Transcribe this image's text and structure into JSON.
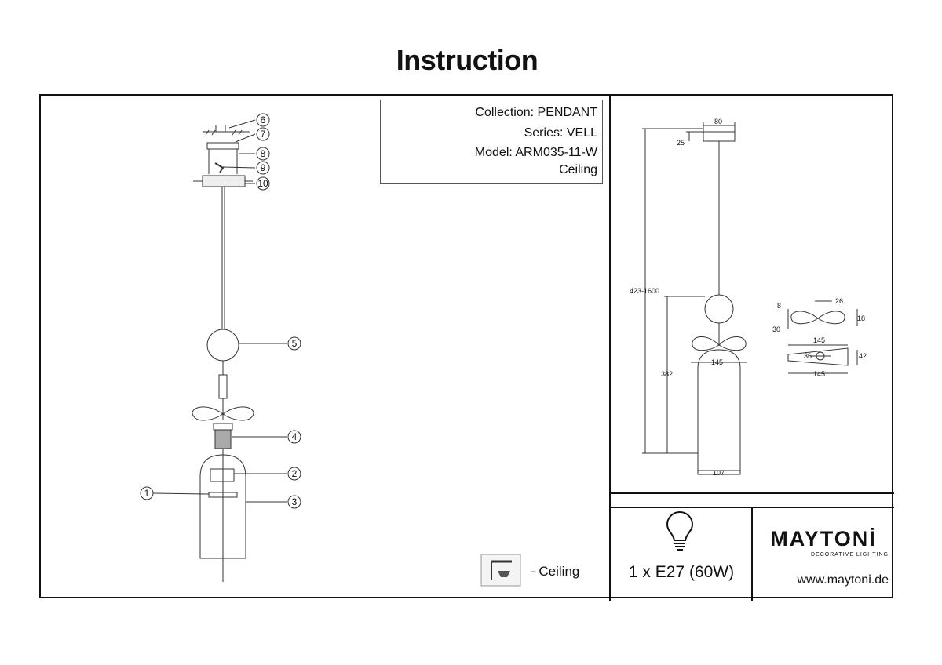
{
  "page": {
    "title": "Instruction"
  },
  "info": {
    "collection": "Collection: PENDANT",
    "series": "Series: VELL",
    "model": "Model: ARM035-11-W",
    "mount": "Ceiling"
  },
  "parts": [
    "1",
    "2",
    "3",
    "4",
    "5",
    "6",
    "7",
    "8",
    "9",
    "10"
  ],
  "dimensions": {
    "canopy_width": "80",
    "canopy_height": "25",
    "total_height": "423-1600",
    "body_height": "382",
    "shade_width": "107",
    "bow_width": "145",
    "detail_8": "8",
    "detail_26": "26",
    "detail_30": "30",
    "detail_18": "18",
    "detail_145_top": "145",
    "detail_36": "36",
    "detail_42": "42",
    "detail_145_bottom": "145"
  },
  "legend": {
    "mount_label": "- Ceiling"
  },
  "bulb": {
    "icon": "lightbulb-icon",
    "spec": "1 x E27 (60W)"
  },
  "brand": {
    "logo": "MAYTONİ",
    "tagline": "DECORATIVE LIGHTING",
    "url": "www.maytoni.de"
  }
}
